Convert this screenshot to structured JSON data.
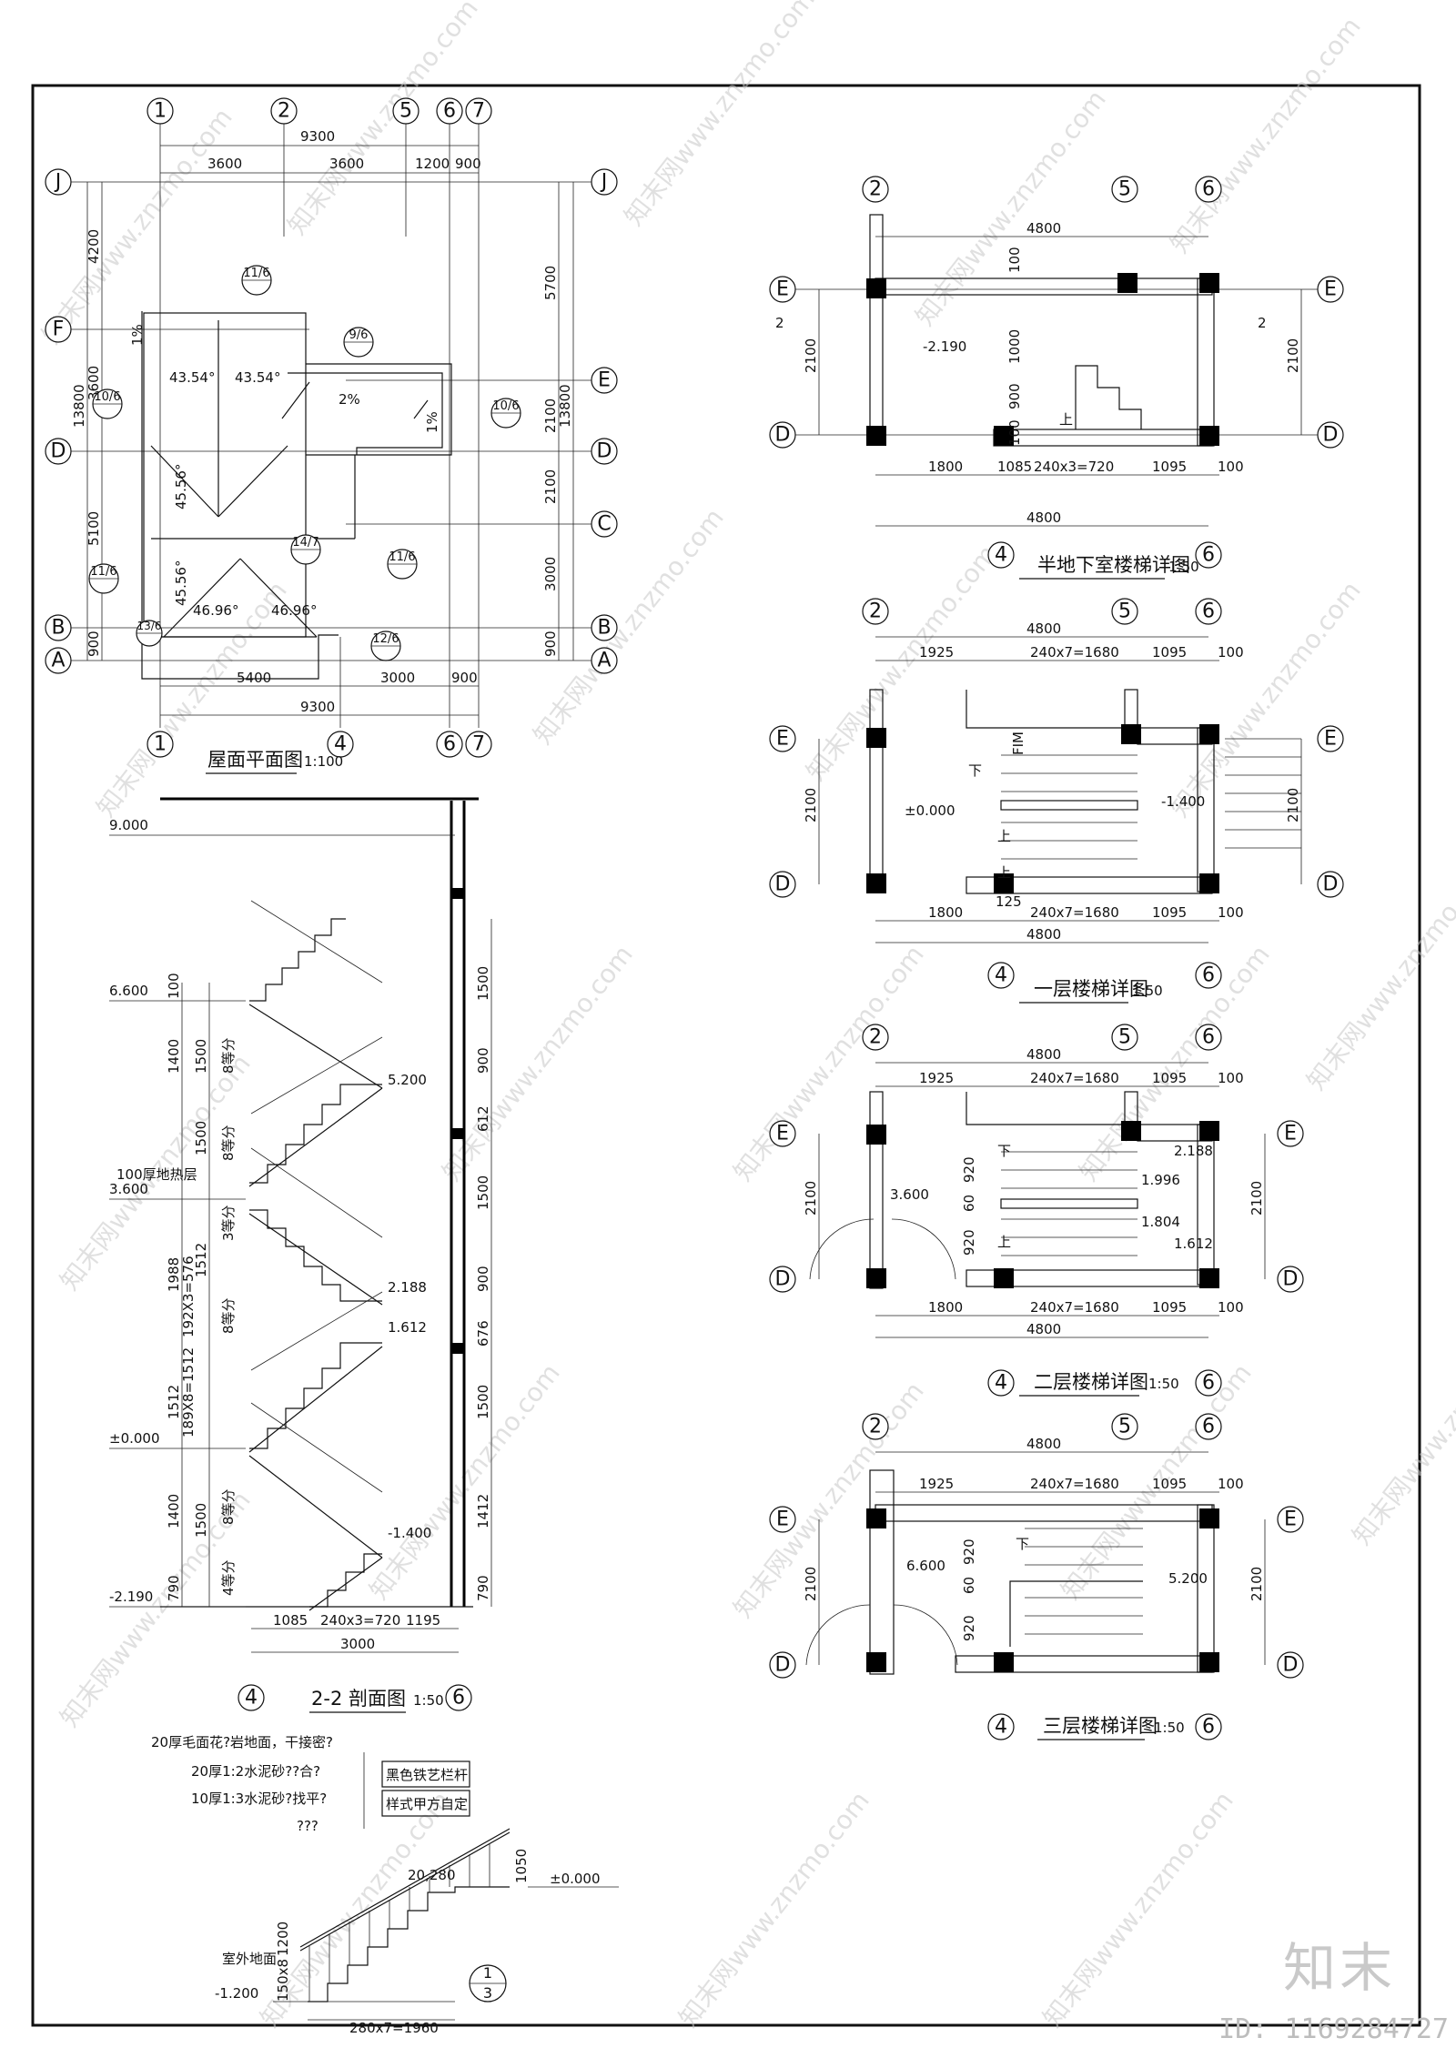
{
  "roof_plan": {
    "title": "屋面平面图",
    "scale": "1:100",
    "axes_top": [
      "1",
      "2",
      "5",
      "6",
      "7"
    ],
    "axes_bottom": [
      "1",
      "4",
      "6",
      "7"
    ],
    "axes_left": [
      "J",
      "F",
      "D",
      "B",
      "A"
    ],
    "axes_right": [
      "J",
      "E",
      "D",
      "C",
      "B",
      "A"
    ],
    "dims_top_total": "9300",
    "dims_top": [
      "3600",
      "3600",
      "1200",
      "900"
    ],
    "dims_bottom": [
      "5400",
      "3000",
      "900"
    ],
    "dims_bottom_total": "9300",
    "dims_left": [
      "4200",
      "3600",
      "5100",
      "900"
    ],
    "dims_left_total": "13800",
    "dims_right": [
      "5700",
      "2100",
      "2100",
      "3000",
      "900"
    ],
    "dims_right_total": "13800",
    "slopes": [
      "43.54°",
      "43.54°",
      "2%",
      "45.56°",
      "45.56°",
      "46.96°",
      "46.96°",
      "1%",
      "1%"
    ],
    "detail_refs": [
      "11/6",
      "9/6",
      "10/6",
      "10/6",
      "14/7",
      "11/6",
      "11/6",
      "12/6",
      "13/6"
    ]
  },
  "section_22": {
    "title": "2-2 剖面图",
    "scale": "1:50",
    "levels": [
      "9.000",
      "6.600",
      "3.600",
      "±0.000",
      "-2.190"
    ],
    "note_floor": "100厚地热层",
    "landings": [
      "5.200",
      "2.188",
      "1.612",
      "-1.400"
    ],
    "dims_left": [
      "100",
      "1400",
      "1500",
      "1500",
      "1988",
      "1512",
      "1512",
      "1400",
      "1500",
      "790"
    ],
    "dims_stair": [
      "192X3=576",
      "189X8=1512"
    ],
    "step_labels": [
      "8等分",
      "8等分",
      "3等分",
      "8等分",
      "8等分",
      "4等分"
    ],
    "dims_right": [
      "1500",
      "900",
      "612",
      "1500",
      "900",
      "676",
      "1500",
      "1412",
      "790"
    ],
    "dims_bottom": [
      "1085",
      "240x3=720",
      "1195"
    ],
    "dims_bottom_total": "3000",
    "axes": [
      "4",
      "6"
    ]
  },
  "stair_detail": {
    "notes": [
      "20厚毛面花?岩地面，干接密?",
      "20厚1:2水泥砂??合?",
      "10厚1:3水泥砂?找平?",
      "???"
    ],
    "rail_notes": [
      "黑色铁艺栏杆",
      "样式甲方自定"
    ],
    "outdoor_label": "室外地面",
    "outdoor_level": "-1.200",
    "level_zero": "±0.000",
    "dims": [
      "280x7=1960",
      "20,280",
      "1050",
      "1200",
      "150x8"
    ],
    "ref": [
      "1",
      "3"
    ]
  },
  "basement_stair": {
    "title": "半地下室楼梯详图",
    "scale": "1:50",
    "axes_top": [
      "2",
      "5",
      "6"
    ],
    "axes_bottom": [
      "4",
      "6"
    ],
    "axes_side": [
      "E",
      "D"
    ],
    "dim_top": "4800",
    "dims_bottom": [
      "1800",
      "1085",
      "240x3=720",
      "1095",
      "100"
    ],
    "dim_bottom_total": "4800",
    "dims_inner": [
      "100",
      "1000",
      "900",
      "100"
    ],
    "side_dim": "2100",
    "level": "-2.190",
    "up_label": "上",
    "section_mark": "2"
  },
  "floor1_stair": {
    "title": "一层楼梯详图",
    "scale": "1:50",
    "axes_top": [
      "2",
      "5",
      "6"
    ],
    "axes_bottom": [
      "4",
      "6"
    ],
    "axes_side": [
      "E",
      "D"
    ],
    "dim_top": "4800",
    "dims_top_row": [
      "1925",
      "240x7=1680",
      "1095",
      "100"
    ],
    "dims_bottom": [
      "1800",
      "240x7=1680",
      "1095",
      "100"
    ],
    "dim_bottom_total": "4800",
    "side_dim": "2100",
    "levels": [
      "±0.000",
      "-1.400"
    ],
    "labels": [
      "下",
      "上",
      "上",
      "125",
      "FIM"
    ]
  },
  "floor2_stair": {
    "title": "二层楼梯详图",
    "scale": "1:50",
    "axes_top": [
      "2",
      "5",
      "6"
    ],
    "axes_bottom": [
      "4",
      "6"
    ],
    "axes_side": [
      "E",
      "D"
    ],
    "dim_top": "4800",
    "dims_top_row": [
      "1925",
      "240x7=1680",
      "1095",
      "100"
    ],
    "dims_bottom": [
      "1800",
      "240x7=1680",
      "1095",
      "100"
    ],
    "dim_bottom_total": "4800",
    "side_dim": "2100",
    "levels": [
      "3.600",
      "2.188",
      "1.996",
      "1.804",
      "1.612"
    ],
    "dims_inner": [
      "920",
      "60",
      "920"
    ],
    "labels": [
      "下",
      "上"
    ]
  },
  "floor3_stair": {
    "title": "三层楼梯详图",
    "scale": "1:50",
    "axes_top": [
      "2",
      "5",
      "6"
    ],
    "axes_bottom": [
      "4",
      "6"
    ],
    "axes_side": [
      "E",
      "D"
    ],
    "dim_top": "4800",
    "dims_top_row": [
      "1925",
      "240x7=1680",
      "1095",
      "100"
    ],
    "side_dim": "2100",
    "levels": [
      "6.600",
      "5.200"
    ],
    "dims_inner": [
      "920",
      "60",
      "920"
    ],
    "labels": [
      "下"
    ]
  },
  "watermark": "知末网www.znzmo.com",
  "footer": {
    "brand": "知末",
    "id": "ID: 1169284727"
  }
}
